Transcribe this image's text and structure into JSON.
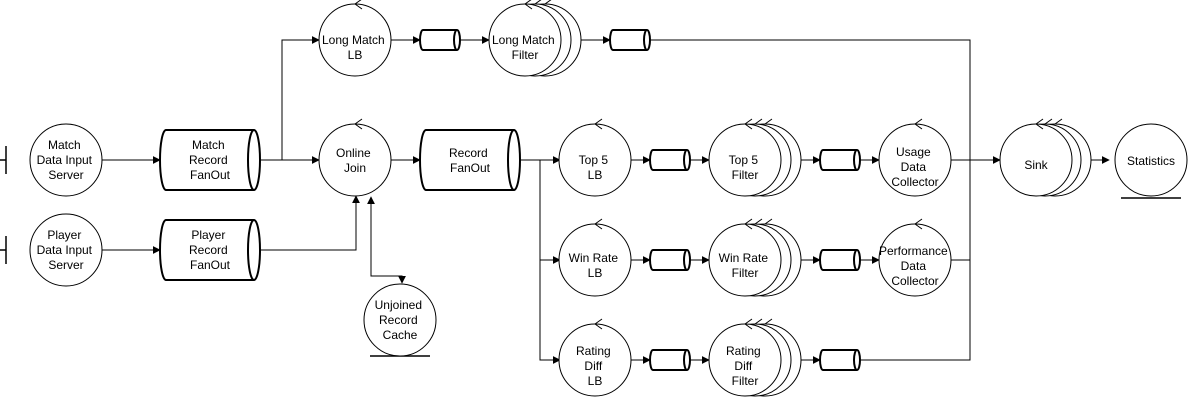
{
  "diagram": {
    "colors": {
      "stroke": "#000000",
      "fill": "#ffffff",
      "text": "#000000"
    },
    "nodes": {
      "match_input": {
        "lines": [
          "Match",
          "Data Input",
          "Server"
        ]
      },
      "player_input": {
        "lines": [
          "Player",
          "Data Input",
          "Server"
        ]
      },
      "match_fanout": {
        "lines": [
          "Match",
          "Record",
          "FanOut"
        ]
      },
      "player_fanout": {
        "lines": [
          "Player",
          "Record",
          "FanOut"
        ]
      },
      "online_join": {
        "lines": [
          "Online",
          "Join"
        ]
      },
      "unjoined_cache": {
        "lines": [
          "Unjoined",
          "Record",
          "Cache"
        ]
      },
      "long_match_lb": {
        "lines": [
          "Long Match",
          "LB"
        ]
      },
      "long_match_filter": {
        "lines": [
          "Long Match",
          "Filter"
        ]
      },
      "record_fanout": {
        "lines": [
          "Record",
          "FanOut"
        ]
      },
      "top5_lb": {
        "lines": [
          "Top 5",
          "LB"
        ]
      },
      "top5_filter": {
        "lines": [
          "Top 5",
          "Filter"
        ]
      },
      "usage_collector": {
        "lines": [
          "Usage",
          "Data",
          "Collector"
        ]
      },
      "winrate_lb": {
        "lines": [
          "Win Rate",
          "LB"
        ]
      },
      "winrate_filter": {
        "lines": [
          "Win Rate",
          "Filter"
        ]
      },
      "performance_collector": {
        "lines": [
          "Performance",
          "Data",
          "Collector"
        ]
      },
      "ratingdiff_lb": {
        "lines": [
          "Rating",
          "Diff",
          "LB"
        ]
      },
      "ratingdiff_filter": {
        "lines": [
          "Rating",
          "Diff",
          "Filter"
        ]
      },
      "sink": {
        "lines": [
          "Sink"
        ]
      },
      "statistics": {
        "lines": [
          "Statistics"
        ]
      }
    }
  }
}
